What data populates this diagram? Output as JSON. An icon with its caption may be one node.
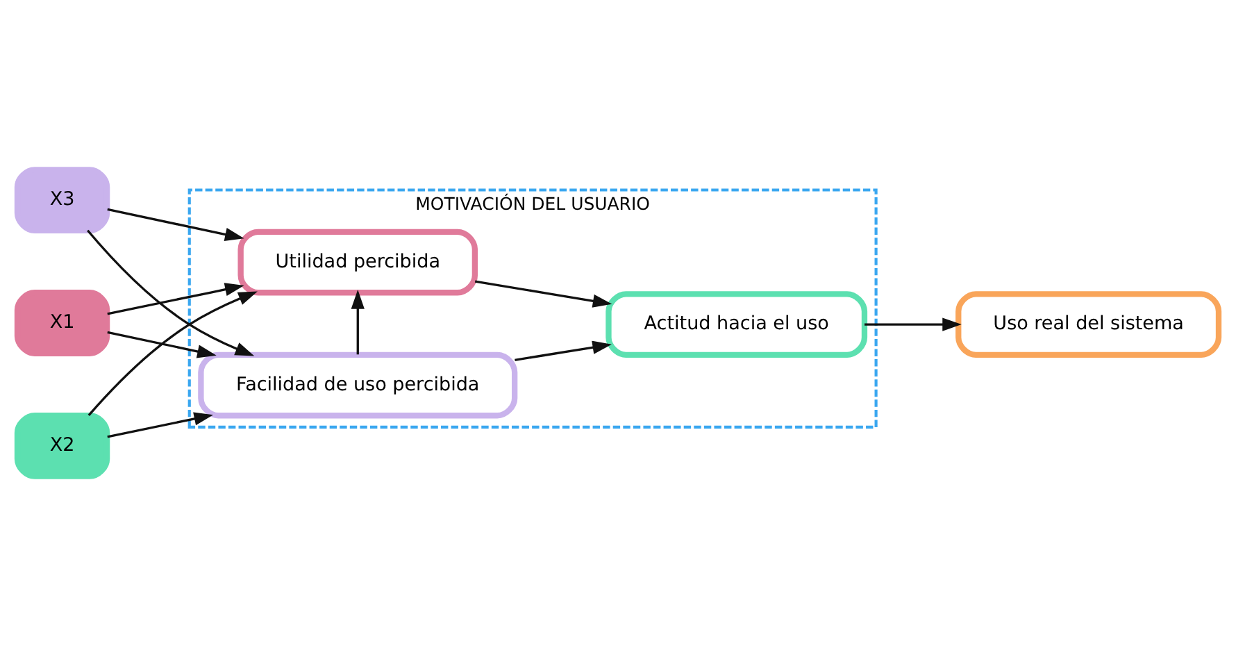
{
  "diagram": {
    "nodes": [
      {
        "text": [
          "MOTIVACIÓN DEL USUARIO"
        ]
      },
      {
        "text": [
          "Utilidad percibida"
        ],
        "in": 0
      },
      {
        "text": [
          "Actitud hacia el uso"
        ],
        "in": 0
      },
      {
        "text": [
          "Facilidad de uso percibida"
        ],
        "in": 0
      },
      {
        "text": [
          "Uso real del sistema"
        ]
      },
      {
        "text": [
          "X1"
        ]
      },
      {
        "text": [
          "X2"
        ]
      },
      {
        "text": [
          "X3"
        ]
      }
    ],
    "edges": [
      {
        "from": 5,
        "to": 1,
        "arrow": "to"
      },
      {
        "from": 5,
        "to": 3,
        "arrow": "to"
      },
      {
        "from": 6,
        "to": 1,
        "arrow": "to"
      },
      {
        "from": 6,
        "to": 3,
        "arrow": "to"
      },
      {
        "from": 7,
        "to": 1,
        "arrow": "to"
      },
      {
        "from": 7,
        "to": 3,
        "arrow": "to"
      },
      {
        "from": 3,
        "to": 1,
        "arrow": "to"
      },
      {
        "from": 1,
        "to": 2,
        "arrow": "to"
      },
      {
        "from": 3,
        "to": 2,
        "arrow": "to"
      },
      {
        "from": 2,
        "to": 4,
        "arrow": "to"
      }
    ]
  }
}
